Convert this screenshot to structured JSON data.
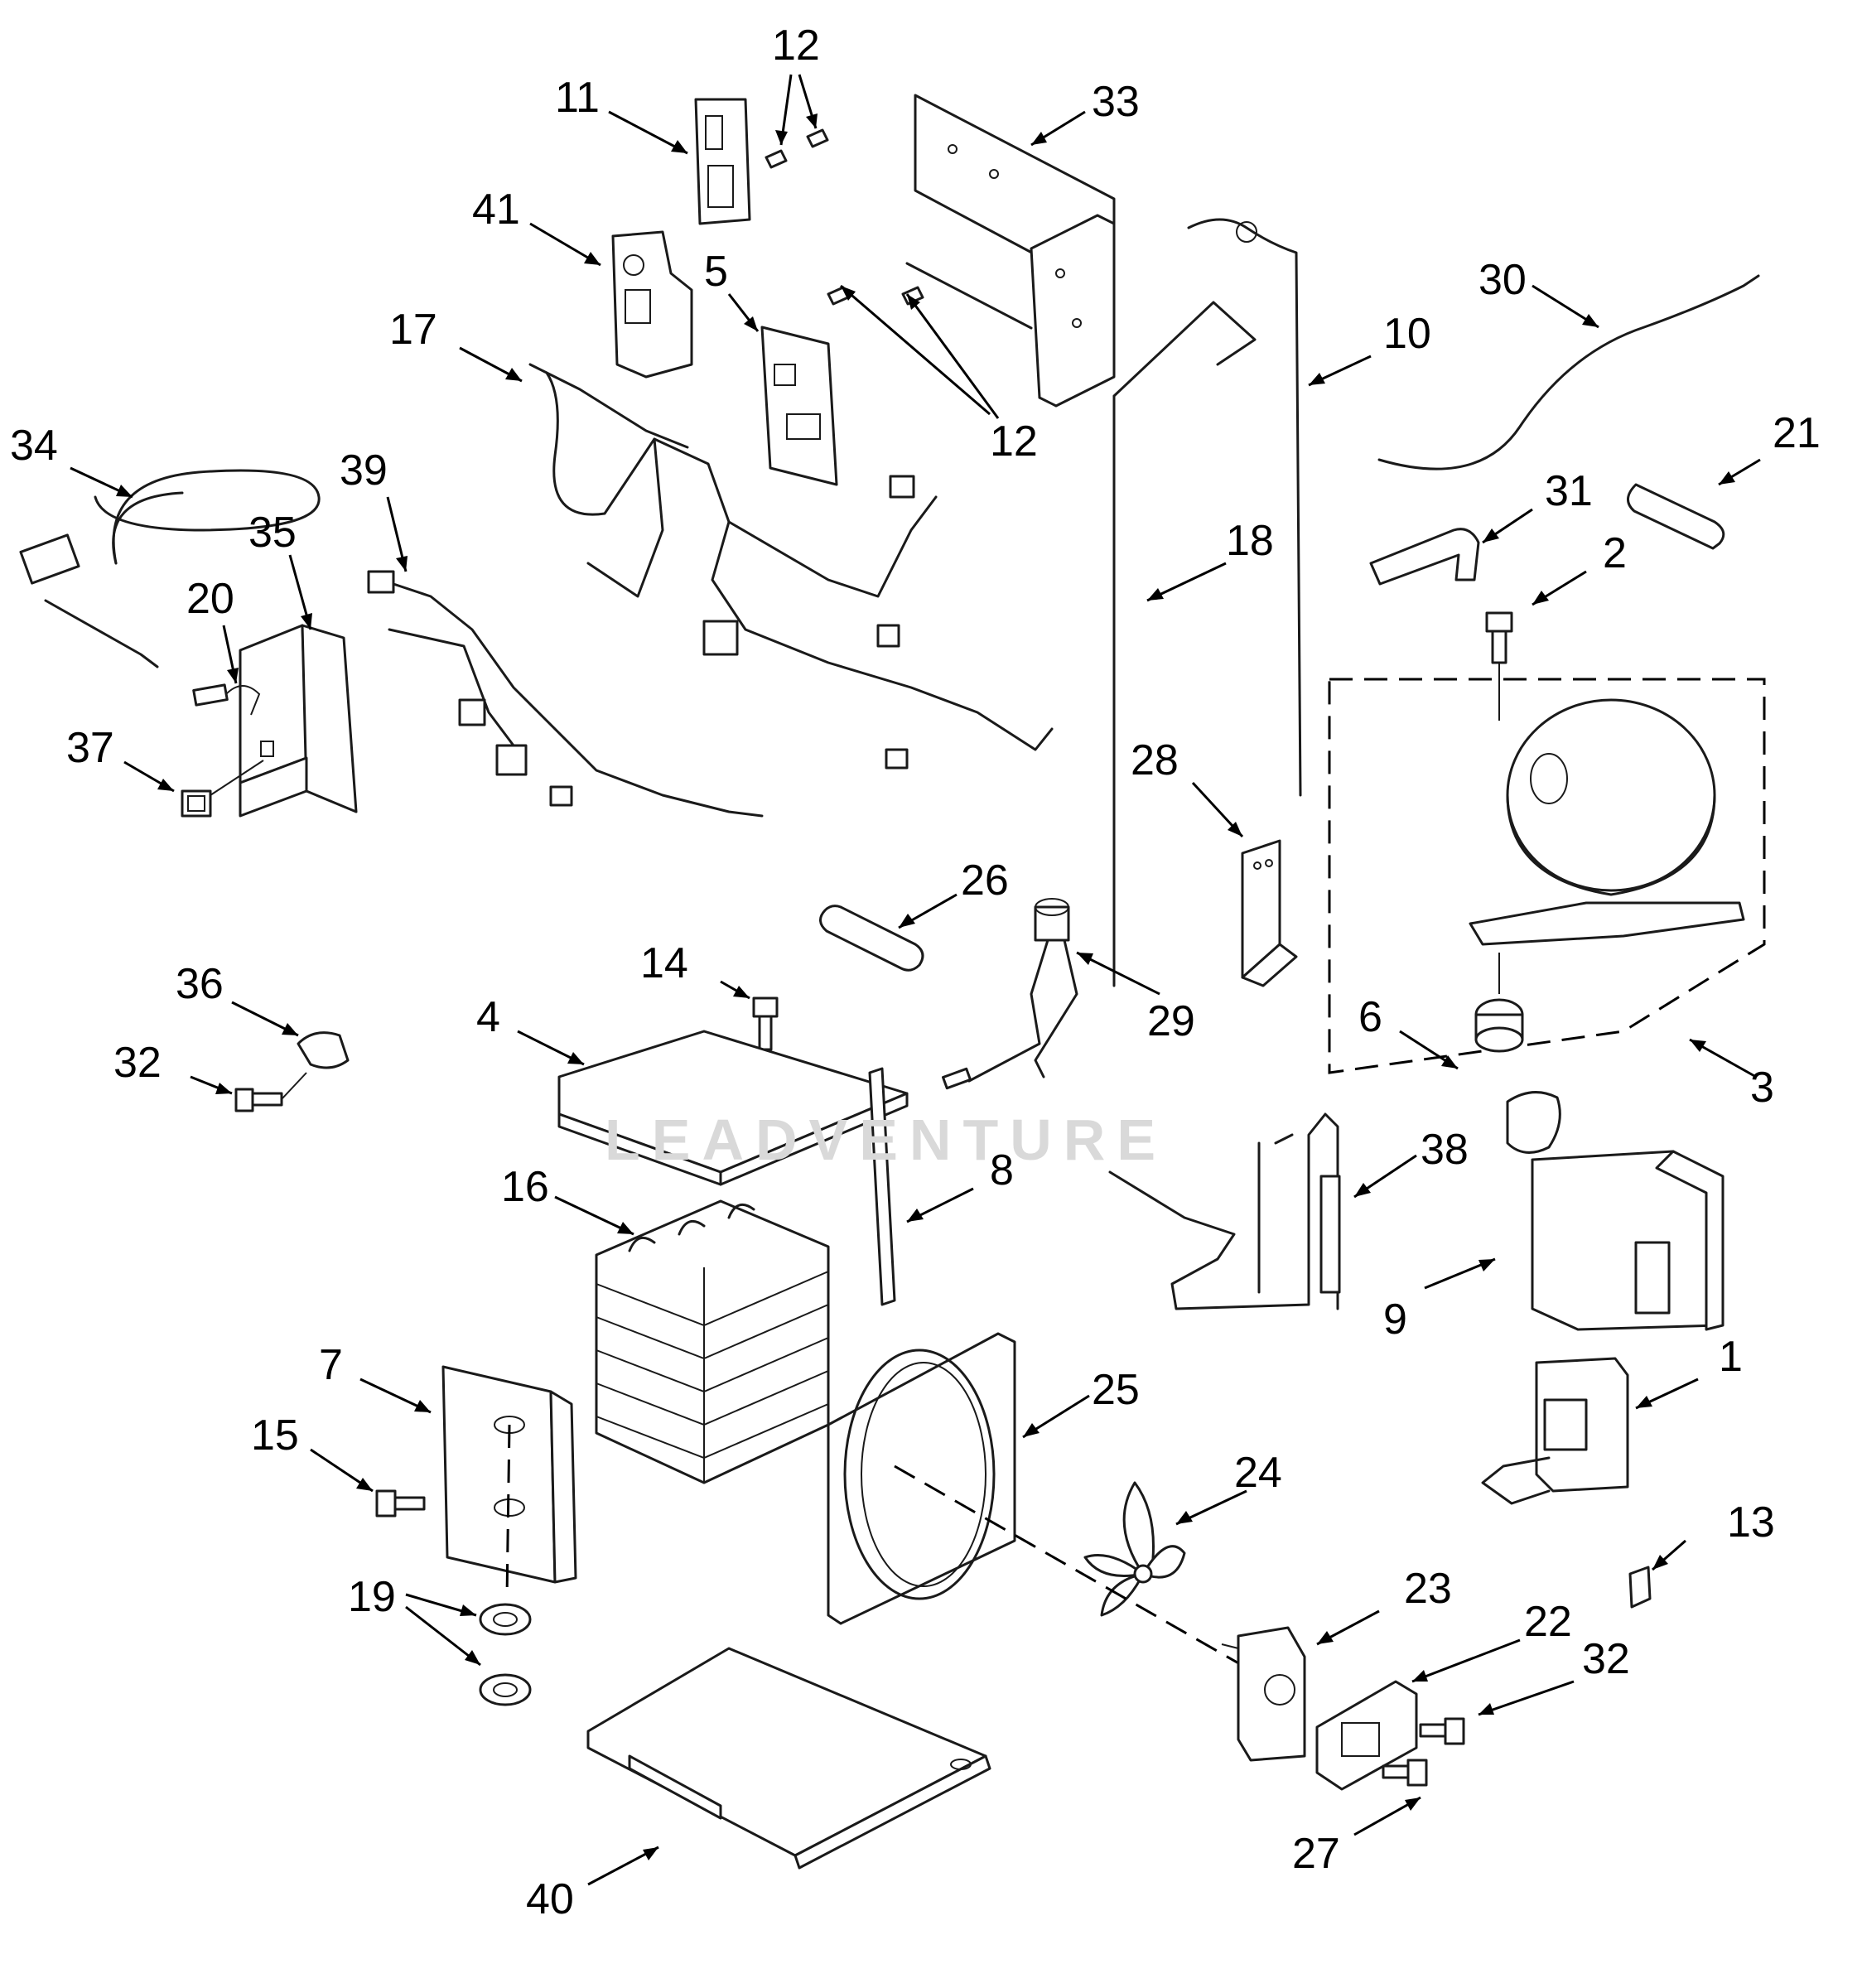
{
  "callouts": [
    {
      "id": "11",
      "label": "11"
    },
    {
      "id": "12a",
      "label": "12"
    },
    {
      "id": "33",
      "label": "33"
    },
    {
      "id": "41",
      "label": "41"
    },
    {
      "id": "5",
      "label": "5"
    },
    {
      "id": "17",
      "label": "17"
    },
    {
      "id": "12b",
      "label": "12"
    },
    {
      "id": "10",
      "label": "10"
    },
    {
      "id": "30",
      "label": "30"
    },
    {
      "id": "34",
      "label": "34"
    },
    {
      "id": "39",
      "label": "39"
    },
    {
      "id": "35",
      "label": "35"
    },
    {
      "id": "21",
      "label": "21"
    },
    {
      "id": "31",
      "label": "31"
    },
    {
      "id": "18",
      "label": "18"
    },
    {
      "id": "2",
      "label": "2"
    },
    {
      "id": "20",
      "label": "20"
    },
    {
      "id": "37",
      "label": "37"
    },
    {
      "id": "28",
      "label": "28"
    },
    {
      "id": "26",
      "label": "26"
    },
    {
      "id": "14",
      "label": "14"
    },
    {
      "id": "36",
      "label": "36"
    },
    {
      "id": "4",
      "label": "4"
    },
    {
      "id": "29",
      "label": "29"
    },
    {
      "id": "6",
      "label": "6"
    },
    {
      "id": "32a",
      "label": "32"
    },
    {
      "id": "3",
      "label": "3"
    },
    {
      "id": "38",
      "label": "38"
    },
    {
      "id": "16",
      "label": "16"
    },
    {
      "id": "8",
      "label": "8"
    },
    {
      "id": "9",
      "label": "9"
    },
    {
      "id": "7",
      "label": "7"
    },
    {
      "id": "1",
      "label": "1"
    },
    {
      "id": "25",
      "label": "25"
    },
    {
      "id": "15",
      "label": "15"
    },
    {
      "id": "24",
      "label": "24"
    },
    {
      "id": "13",
      "label": "13"
    },
    {
      "id": "19",
      "label": "19"
    },
    {
      "id": "23",
      "label": "23"
    },
    {
      "id": "22",
      "label": "22"
    },
    {
      "id": "32b",
      "label": "32"
    },
    {
      "id": "27",
      "label": "27"
    },
    {
      "id": "40",
      "label": "40"
    }
  ],
  "watermark": "LEADVENTURE"
}
